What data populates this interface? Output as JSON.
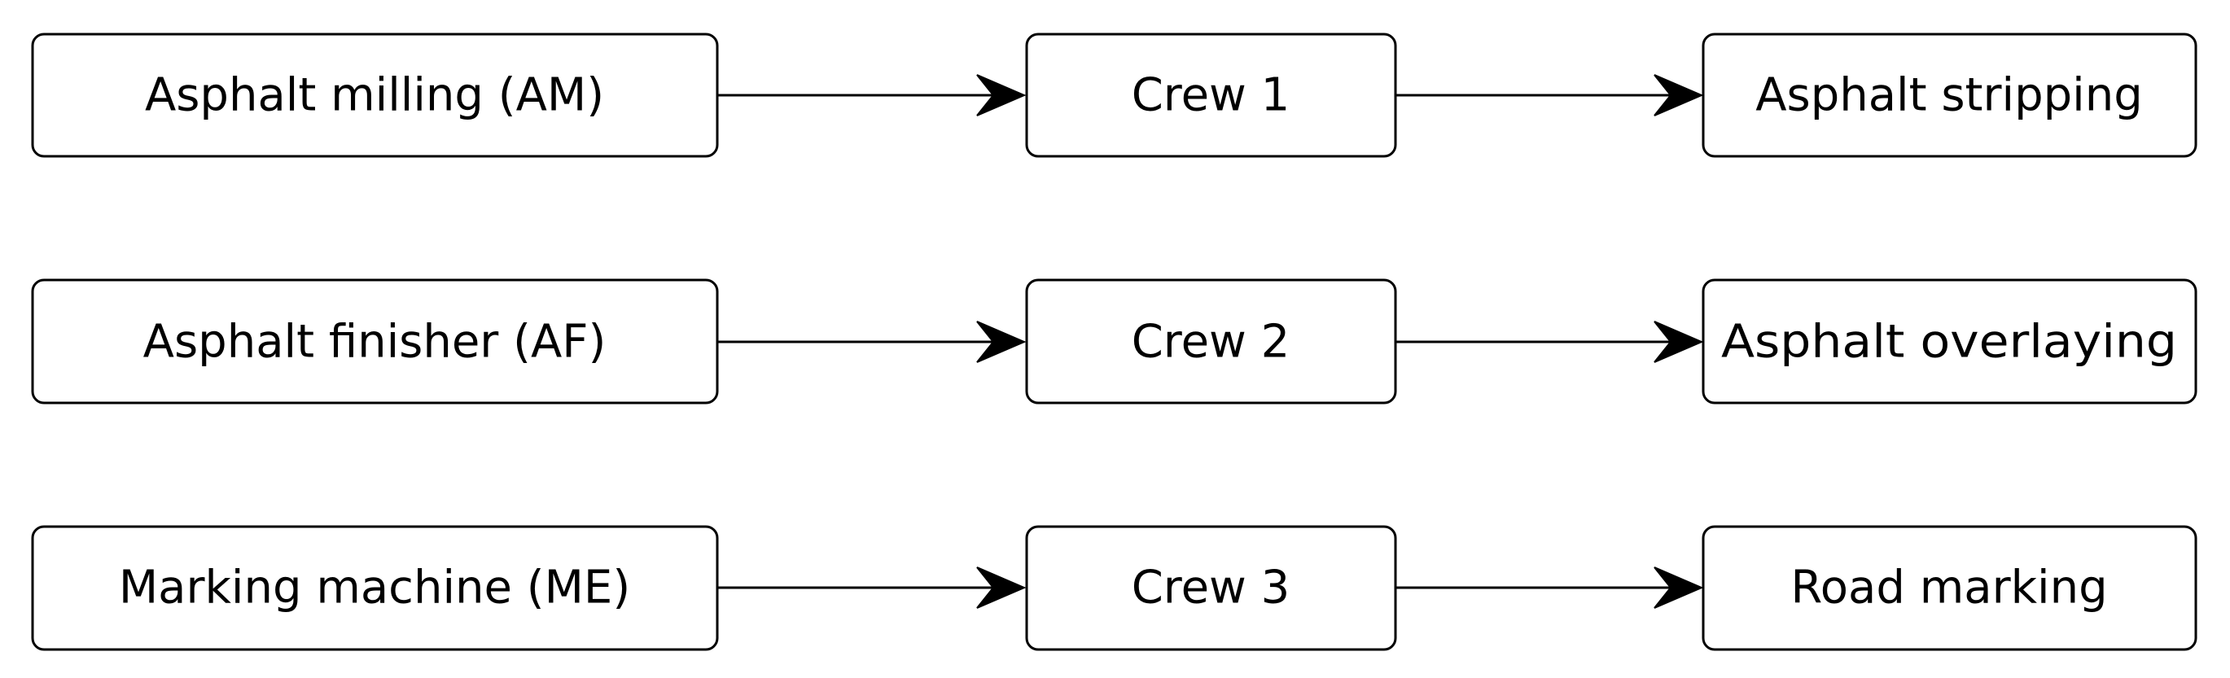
{
  "rows": [
    {
      "equipment": "Asphalt milling (AM)",
      "crew": "Crew 1",
      "activity": "Asphalt stripping"
    },
    {
      "equipment": "Asphalt finisher (AF)",
      "crew": "Crew 2",
      "activity": "Asphalt overlaying"
    },
    {
      "equipment": "Marking machine (ME)",
      "crew": "Crew 3",
      "activity": "Road marking"
    }
  ],
  "edges": [
    {
      "from": "rows.0.equipment",
      "to": "rows.0.crew"
    },
    {
      "from": "rows.0.crew",
      "to": "rows.0.activity"
    },
    {
      "from": "rows.1.equipment",
      "to": "rows.1.crew"
    },
    {
      "from": "rows.1.crew",
      "to": "rows.1.activity"
    },
    {
      "from": "rows.2.equipment",
      "to": "rows.2.crew"
    },
    {
      "from": "rows.2.crew",
      "to": "rows.2.activity"
    }
  ],
  "colors": {
    "stroke": "#000000",
    "fill": "#ffffff",
    "text": "#000000"
  }
}
